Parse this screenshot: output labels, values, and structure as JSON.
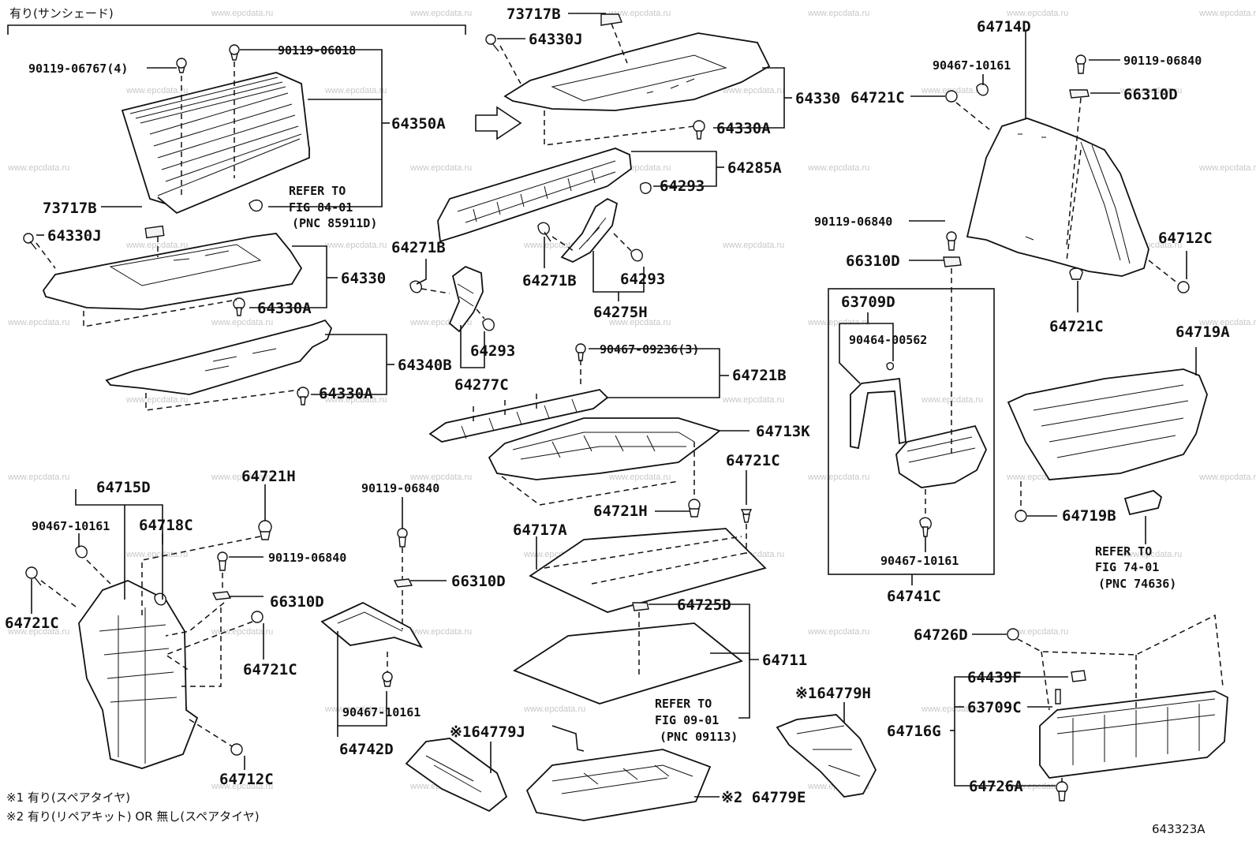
{
  "header_note": "有り(サンシェード)",
  "figure_code": "643323A",
  "watermark": "www.epcdata.ru",
  "footnotes": {
    "note1": "※1 有り(スペアタイヤ)",
    "note2": "※2 有り(リペアキット) OR 無し(スペアタイヤ)"
  },
  "labels": {
    "p73717B_top": "73717B",
    "p64330J_top": "64330J",
    "p64714D": "64714D",
    "p90467_10161_a": "90467-10161",
    "p90119_06840_a": "90119-06840",
    "p64721C_a": "64721C",
    "p66310D_a": "66310D",
    "p90119_06767": "90119-06767(4)",
    "p90119_06018": "90119-06018",
    "p64350A": "64350A",
    "p64330_top": "64330",
    "p64330A_top": "64330A",
    "p64285A": "64285A",
    "p64293_a": "64293",
    "p73717B_mid": "73717B",
    "refer1_a": "REFER TO",
    "refer1_b": "FIG 84-01",
    "refer1_c": "(PNC 85911D)",
    "p64330J_mid": "64330J",
    "p64271B_a": "64271B",
    "p64330_mid": "64330",
    "p64271B_b": "64271B",
    "p64293_b": "64293",
    "p64275H": "64275H",
    "p64330A_mid": "64330A",
    "p64340B": "64340B",
    "p64293_c": "64293",
    "p64277C": "64277C",
    "p64330A_low": "64330A",
    "p90119_06840_b": "90119-06840",
    "p66310D_b": "66310D",
    "p64712C_a": "64712C",
    "p64721C_b": "64721C",
    "p63709D": "63709D",
    "p90464_00562": "90464-00562",
    "p90467_09236": "90467-09236(3)",
    "p64721B": "64721B",
    "p64719A": "64719A",
    "p64713K": "64713K",
    "p64715D": "64715D",
    "p64721H_a": "64721H",
    "p90467_10161_b": "90467-10161",
    "p64718C": "64718C",
    "p90119_06840_c": "90119-06840",
    "p64721C_c": "64721C",
    "p90119_06840_d": "90119-06840",
    "p64721C_d": "64721C",
    "p66310D_c": "66310D",
    "p66310D_d": "66310D",
    "p64721C_e": "64721C",
    "p64721H_b": "64721H",
    "p64717A": "64717A",
    "p64719B": "64719B",
    "p90467_10161_c": "90467-10161",
    "p64741C": "64741C",
    "refer2_a": "REFER TO",
    "refer2_b": "FIG 74-01",
    "refer2_c": "(PNC 74636)",
    "p64725D": "64725D",
    "p64726D": "64726D",
    "p64711": "64711",
    "p64439F": "64439F",
    "p90467_10161_d": "90467-10161",
    "p63709C": "63709C",
    "p64779H": "※164779H",
    "p64716G": "64716G",
    "p64742D": "64742D",
    "p64779J": "※164779J",
    "refer3_a": "REFER TO",
    "refer3_b": "FIG 09-01",
    "refer3_c": "(PNC 09113)",
    "p64712C_b": "64712C",
    "p64726A": "64726A",
    "p64779E": "※2 64779E"
  }
}
